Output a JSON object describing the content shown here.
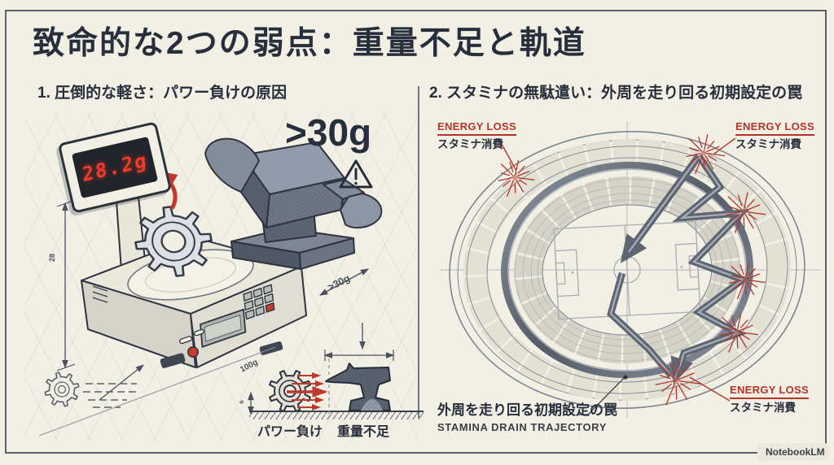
{
  "title": "致命的な2つの弱点：重量不足と軌道",
  "panels": {
    "left": {
      "heading": "1. 圧倒的な軽さ：パワー負けの原因",
      "scale_display": "28.2g",
      "weight_threshold": ">30g",
      "dim_diagonal_label": ">30g",
      "dim_vertical_label": "28",
      "dim_platform_label": "100g",
      "dim_small_label": "s",
      "label_power": "パワー負け",
      "label_weight": "重量不足"
    },
    "right": {
      "heading": "2. スタミナの無駄遣い：外周を走り回る初期設定の罠",
      "labels": [
        {
          "en": "ENERGY LOSS",
          "ja": "スタミナ消費"
        },
        {
          "en": "ENERGY LOSS",
          "ja": "スタミナ消費"
        },
        {
          "en": "ENERGY LOSS",
          "ja": "スタミナ消費"
        }
      ],
      "caption_ja": "外周を走り回る初期設定の罠",
      "caption_en": "STAMINA DRAIN TRAJECTORY"
    }
  },
  "watermark": {
    "label": "NotebookLM"
  },
  "icons": {
    "warning_icon": "outline triangle with exclamation mark",
    "notebooklm_logo_icon": "nested arc glyph",
    "spark_icon": "red radiating burst",
    "arrow_icon": "red curved arrow"
  },
  "colors": {
    "background": "#f2efe5",
    "ink": "#272e3c",
    "accent_red": "#b5342a",
    "display_red": "#f23a28",
    "display_bg": "#20252b",
    "steel_gray": "#5e6673",
    "sketch_gray": "#8a919b"
  }
}
